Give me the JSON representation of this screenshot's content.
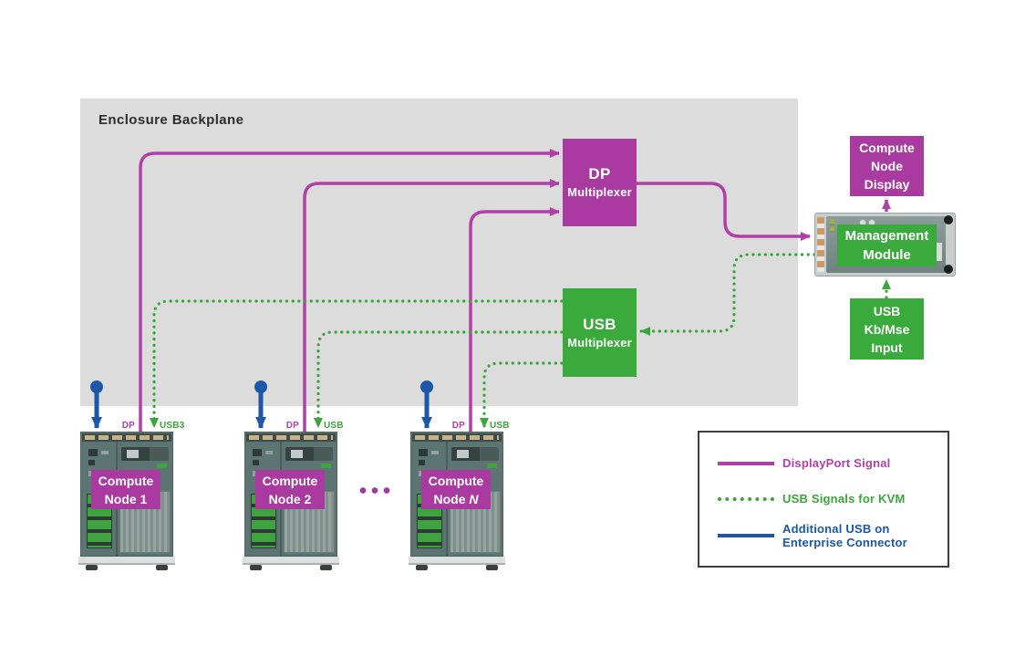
{
  "backplane": {
    "title": "Enclosure Backplane"
  },
  "colors": {
    "magenta": "#a93aa0",
    "magenta_line": "#b13fa8",
    "green": "#3aaa3c",
    "green_line": "#3aa53a",
    "blue": "#1d57a8",
    "backplane": "#dcdcdc"
  },
  "dp_mux": {
    "line1": "DP",
    "line2": "Multiplexer"
  },
  "usb_mux": {
    "line1": "USB",
    "line2": "Multiplexer"
  },
  "display_box": {
    "line1": "Compute",
    "line2": "Node",
    "line3": "Display"
  },
  "mgmt": {
    "line1": "Management",
    "line2": "Module"
  },
  "kbmse": {
    "line1": "USB",
    "line2": "Kb/Mse",
    "line3": "Input"
  },
  "nodes": [
    {
      "line1": "Compute",
      "line2_prefix": "Node",
      "suffix": "1",
      "dp_label": "DP",
      "usb_label": "USB3"
    },
    {
      "line1": "Compute",
      "line2_prefix": "Node",
      "suffix": "2",
      "dp_label": "DP",
      "usb_label": "USB"
    },
    {
      "line1": "Compute",
      "line2_prefix": "Node",
      "suffix": "N",
      "dp_label": "DP",
      "usb_label": "USB"
    }
  ],
  "legend": {
    "items": [
      {
        "label": "DisplayPort Signal",
        "style": "magenta-solid"
      },
      {
        "label": "USB Signals for KVM",
        "style": "green-dotted"
      },
      {
        "label_line1": "Additional USB on",
        "label_line2": "Enterprise Connector",
        "style": "blue-solid"
      }
    ]
  }
}
